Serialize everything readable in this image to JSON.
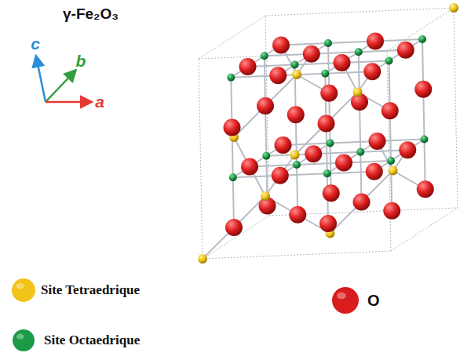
{
  "diagram": {
    "title": "γ-Fe₂O₃",
    "labels": [
      "c",
      "b",
      "a"
    ],
    "legend": [
      {
        "text": "Site Tetraedrique",
        "color": "#f2c318"
      },
      {
        "text": "O",
        "color": "#d91c1c"
      },
      {
        "text": "Site Octaedrique",
        "color": "#1c9a46"
      }
    ]
  }
}
